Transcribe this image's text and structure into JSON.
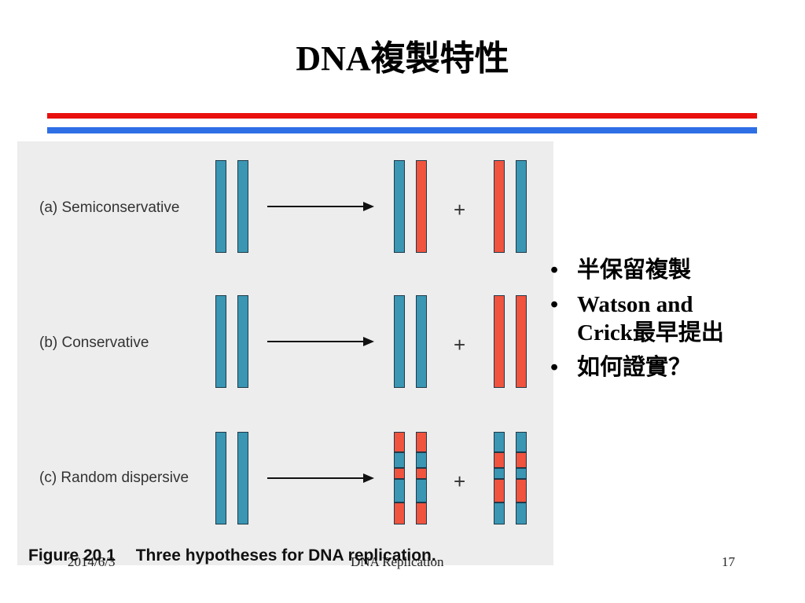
{
  "slide": {
    "title": "DNA複製特性",
    "page_number": "17",
    "footer_date": "2014/6/3",
    "footer_center": "DNA Replication"
  },
  "figure": {
    "labels": {
      "a": "(a) Semiconservative",
      "b": "(b) Conservative",
      "c": "(c) Random dispersive"
    },
    "plus": "+",
    "caption_number": "Figure 20.1",
    "caption_text": "Three hypotheses for DNA replication.",
    "colors": {
      "parental": "#3a96b3",
      "new": "#f0533e"
    }
  },
  "bullets": [
    {
      "marker": "•",
      "text": "半保留複製"
    },
    {
      "marker": "•",
      "text": "Watson and Crick最早提出"
    },
    {
      "marker": "•",
      "text": "如何證實？"
    }
  ],
  "colors": {
    "rule_top": "#e8100e",
    "rule_bottom": "#2f6fe6"
  }
}
